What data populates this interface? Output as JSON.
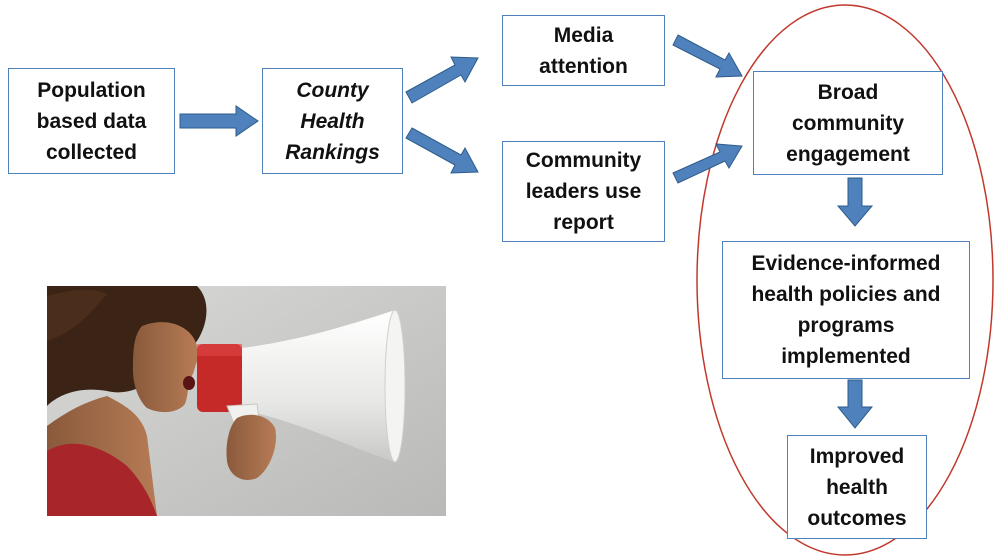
{
  "boxes": {
    "population": "Population\nbased data\ncollected",
    "rankings": "County\nHealth\nRankings",
    "media": "Media\nattention",
    "leaders": "Community\nleaders use\nreport",
    "engagement": "Broad\ncommunity\nengagement",
    "policies": "Evidence-informed\nhealth policies and\nprograms\nimplemented",
    "outcomes": "Improved\nhealth\noutcomes"
  },
  "colors": {
    "arrow_fill": "#4f81bd",
    "arrow_stroke": "#2e5c8a",
    "box_border": "#4f81bd",
    "ellipse": "#c0392b",
    "megaphone_red": "#c62a28"
  },
  "image": {
    "subject": "woman-with-megaphone"
  }
}
